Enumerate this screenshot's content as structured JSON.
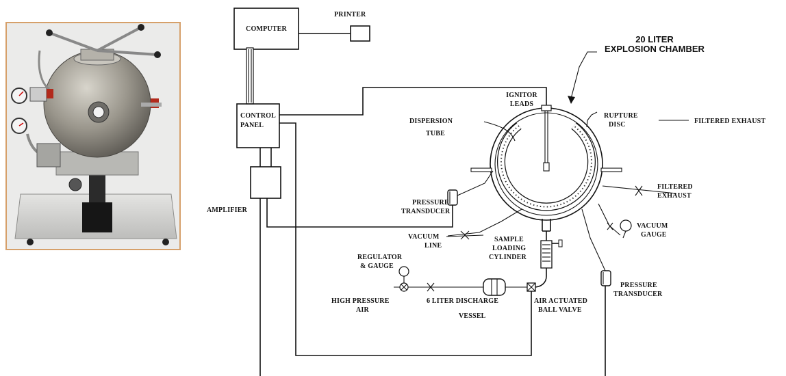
{
  "chamber_title": [
    "20 LITER",
    "EXPLOSION CHAMBER"
  ],
  "labels": {
    "computer": "COMPUTER",
    "printer": "PRINTER",
    "control_panel": [
      "CONTROL",
      "PANEL"
    ],
    "amplifier": "AMPLIFIER",
    "ignitor_leads": [
      "IGNITOR",
      "LEADS"
    ],
    "rupture_disc": [
      "RUPTURE",
      "DISC"
    ],
    "filtered_exhaust_top": "FILTERED EXHAUST",
    "dispersion_tube": [
      "DISPERSION",
      "TUBE"
    ],
    "filtered_exhaust_side": [
      "FILTERED",
      "EXHAUST"
    ],
    "pressure_transducer_left": [
      "PRESSURE",
      "TRANSDUCER"
    ],
    "vacuum_gauge": [
      "VACUUM",
      "GAUGE"
    ],
    "vacuum_line": [
      "VACUUM",
      "LINE"
    ],
    "sample_loading_cylinder": [
      "SAMPLE",
      "LOADING",
      "CYLINDER"
    ],
    "regulator_gauge": [
      "REGULATOR",
      "& GAUGE"
    ],
    "pressure_transducer_right": [
      "PRESSURE",
      "TRANSDUCER"
    ],
    "high_pressure_air": [
      "HIGH PRESSURE",
      "AIR"
    ],
    "discharge_vessel": [
      "6 LITER DISCHARGE",
      "VESSEL"
    ],
    "ball_valve": [
      "AIR ACTUATED",
      "BALL  VALVE"
    ]
  },
  "colors": {
    "photo_border": "#d6a06a",
    "sphere": "#9a968c",
    "line": "#111111"
  }
}
